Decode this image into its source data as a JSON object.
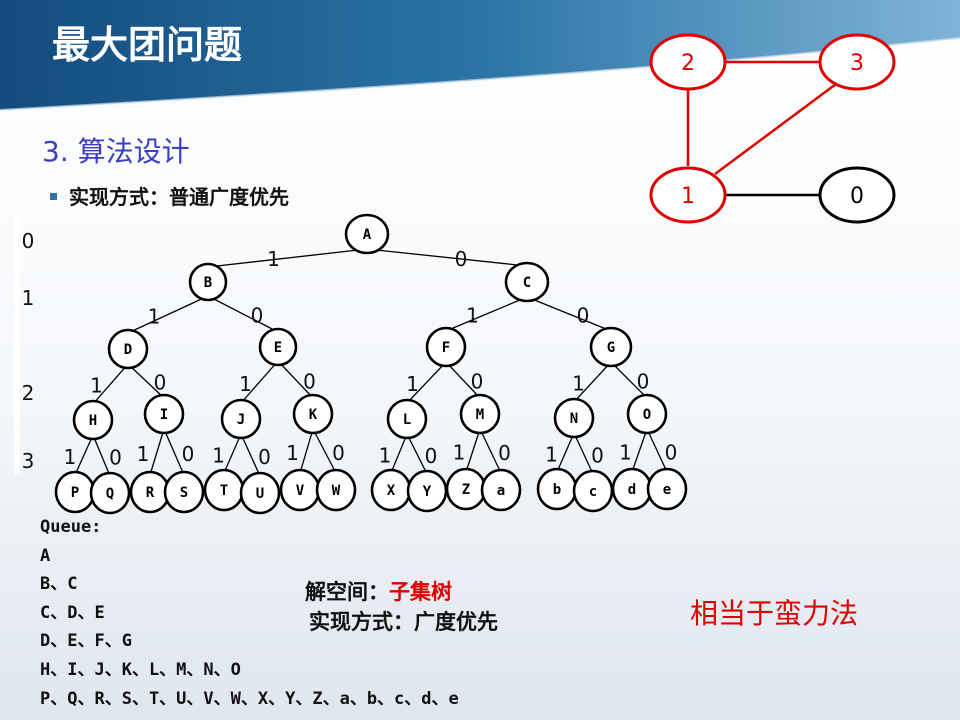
{
  "title": "最大团问题",
  "section_heading": "3. 算法设计",
  "bullet": "实现方式：普通广度优先",
  "graph": {
    "nodes": [
      "2",
      "3",
      "1",
      "0"
    ],
    "colors": {
      "red": "#e00000",
      "black": "#000000"
    }
  },
  "tree": {
    "level_labels": [
      "0",
      "1",
      "2",
      "3"
    ],
    "branch_labels": {
      "include": "1",
      "exclude": "0"
    },
    "nodes": [
      "A",
      "B",
      "C",
      "D",
      "E",
      "F",
      "G",
      "H",
      "I",
      "J",
      "K",
      "L",
      "M",
      "N",
      "O",
      "P",
      "Q",
      "R",
      "S",
      "T",
      "U",
      "V",
      "W",
      "X",
      "Y",
      "Z",
      "a",
      "b",
      "c",
      "d",
      "e"
    ]
  },
  "queue": {
    "label": "Queue:",
    "lines": [
      "A",
      "B、C",
      "C、D、E",
      "D、E、F、G",
      "H、I、J、K、L、M、N、O",
      "P、Q、R、S、T、U、V、W、X、Y、Z、a、b、c、d、e"
    ]
  },
  "solution_space": {
    "label": "解空间：",
    "value": "子集树"
  },
  "method": {
    "label": "实现方式：",
    "value": "广度优先"
  },
  "note": "相当于蛮力法"
}
